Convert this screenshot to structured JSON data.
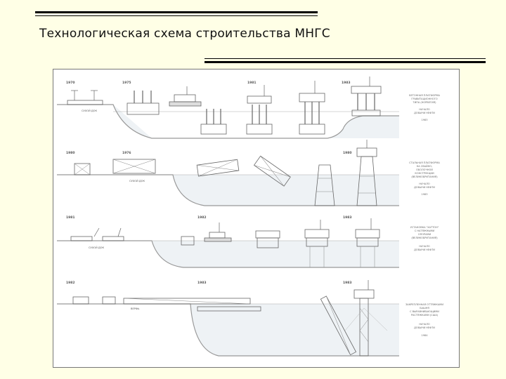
{
  "slide": {
    "title": "Технологическая схема строительства МНГС"
  },
  "panels": [
    {
      "years": [
        "1970",
        "1975",
        "1981",
        "1983"
      ],
      "dock_label": "СУХОЙ ДОК",
      "caption": [
        "БЕТОННАЯ ПЛАТФОРМА",
        "ГРАВИТАЦИОННОГО",
        "ТИПА (НОРВЕГИЯ)",
        "НАЧАЛО",
        "ДОБЫЧИ НЕФТИ",
        "1983"
      ]
    },
    {
      "years": [
        "1980",
        "1976",
        "1980"
      ],
      "dock_label": "СУХОЙ ДОК",
      "caption": [
        "СТАЛЬНАЯ ПЛАТФОРМА",
        "НА СВАЙНО-",
        "ОБОЛОЧНОЙ",
        "КОНСТРУКЦИИ",
        "(ВЕЛИКОБРИТАНИЯ)",
        "НАЧАЛО",
        "ДОБЫЧИ НЕФТИ",
        "1983"
      ]
    },
    {
      "years": [
        "1981",
        "1982",
        "1983"
      ],
      "dock_label": "СУХОЙ ДОК",
      "caption": [
        "УСТАНОВКА \"ХАТТОН\"",
        "С НАТЯЖНЫМИ",
        "ОПОРАМИ",
        "(ВЕЛИКОБРИТАНИЯ)",
        "НАЧАЛО",
        "ДОБЫЧИ НЕФТИ"
      ]
    },
    {
      "years": [
        "1982",
        "1983",
        "1983"
      ],
      "dock_label": "ВЕРФЬ",
      "caption": [
        "ЗАКРЕПЛЕННАЯ ОТТЯЖКАМИ",
        "БАШНЯ",
        "С ВЫРАВНИВАЮЩИМИ",
        "РАСТЯЖКАМИ (США)",
        "НАЧАЛО",
        "ДОБЫЧИ НЕФТИ",
        "1984"
      ]
    }
  ]
}
